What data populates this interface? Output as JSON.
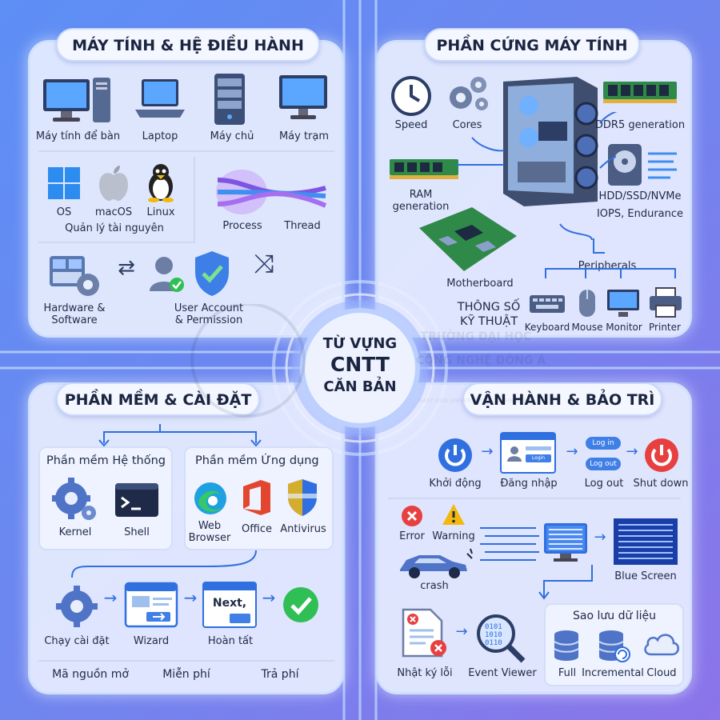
{
  "center": {
    "line1": "TỪ VỰNG",
    "line2": "CNTT",
    "line3": "CĂN BẢN"
  },
  "watermark": {
    "line1": "TRƯỜNG ĐẠI HỌC",
    "line2": "CÔNG NGHỆ ĐÔNG Á",
    "line3": "EAST ASIA UNIVERSITY OF TECHNOLOGY"
  },
  "q1": {
    "title": "MÁY TÍNH & HỆ ĐIỀU HÀNH",
    "devices": [
      "Máy tính để bàn",
      "Laptop",
      "Máy chủ",
      "Máy trạm"
    ],
    "os": [
      "OS",
      "macOS",
      "Linux"
    ],
    "resource": "Quản lý tài nguyên",
    "process": "Process",
    "thread": "Thread",
    "hw_sw": "Hardware &\nSoftware",
    "user_account": "User Account\n& Permission"
  },
  "q2": {
    "title": "PHẦN CỨNG MÁY TÍNH",
    "speed": "Speed",
    "cores": "Cores",
    "ddr5": "DDR5 generation",
    "ram": "RAM\ngeneration",
    "storage": "HDD/SSD/NVMe",
    "iops": "IOPS, Endurance",
    "motherboard": "Motherboard",
    "specs": "THÔNG SỐ\nKỸ THUẬT",
    "peripherals": "Peripherals",
    "peripheral_items": [
      "Keyboard",
      "Mouse",
      "Monitor",
      "Printer"
    ]
  },
  "q3": {
    "title": "PHẦN MỀM & CÀI ĐẶT",
    "system_sw": "Phần mềm Hệ thống",
    "app_sw": "Phần mềm Ứng dụng",
    "kernel": "Kernel",
    "shell": "Shell",
    "browser": "Web\nBrowser",
    "office": "Office",
    "antivirus": "Antivirus",
    "install": "Chạy cài đặt",
    "wizard": "Wizard",
    "next_label": "Next,",
    "finish": "Hoàn tất",
    "licenses": [
      "Mã nguồn mở",
      "Miễn phí",
      "Trả phí"
    ]
  },
  "q4": {
    "title": "VẬN HÀNH & BẢO TRÌ",
    "boot": "Khởi động",
    "login": "Đăng nhập",
    "login_btn": "Login",
    "log_in": "Log in",
    "log_out_btn": "Log out",
    "logout": "Log out",
    "shutdown": "Shut down",
    "error": "Error",
    "warning": "Warning",
    "crash": "crash",
    "blue_screen": "Blue Screen",
    "backup": "Sao lưu dữ liệu",
    "error_log": "Nhật ký lỗi",
    "event_viewer": "Event Viewer",
    "backup_types": [
      "Full",
      "Incremental",
      "Cloud"
    ]
  },
  "colors": {
    "accent": "#2f6fe0",
    "success": "#2fbf55",
    "danger": "#e64040",
    "warning": "#f2b90c"
  }
}
